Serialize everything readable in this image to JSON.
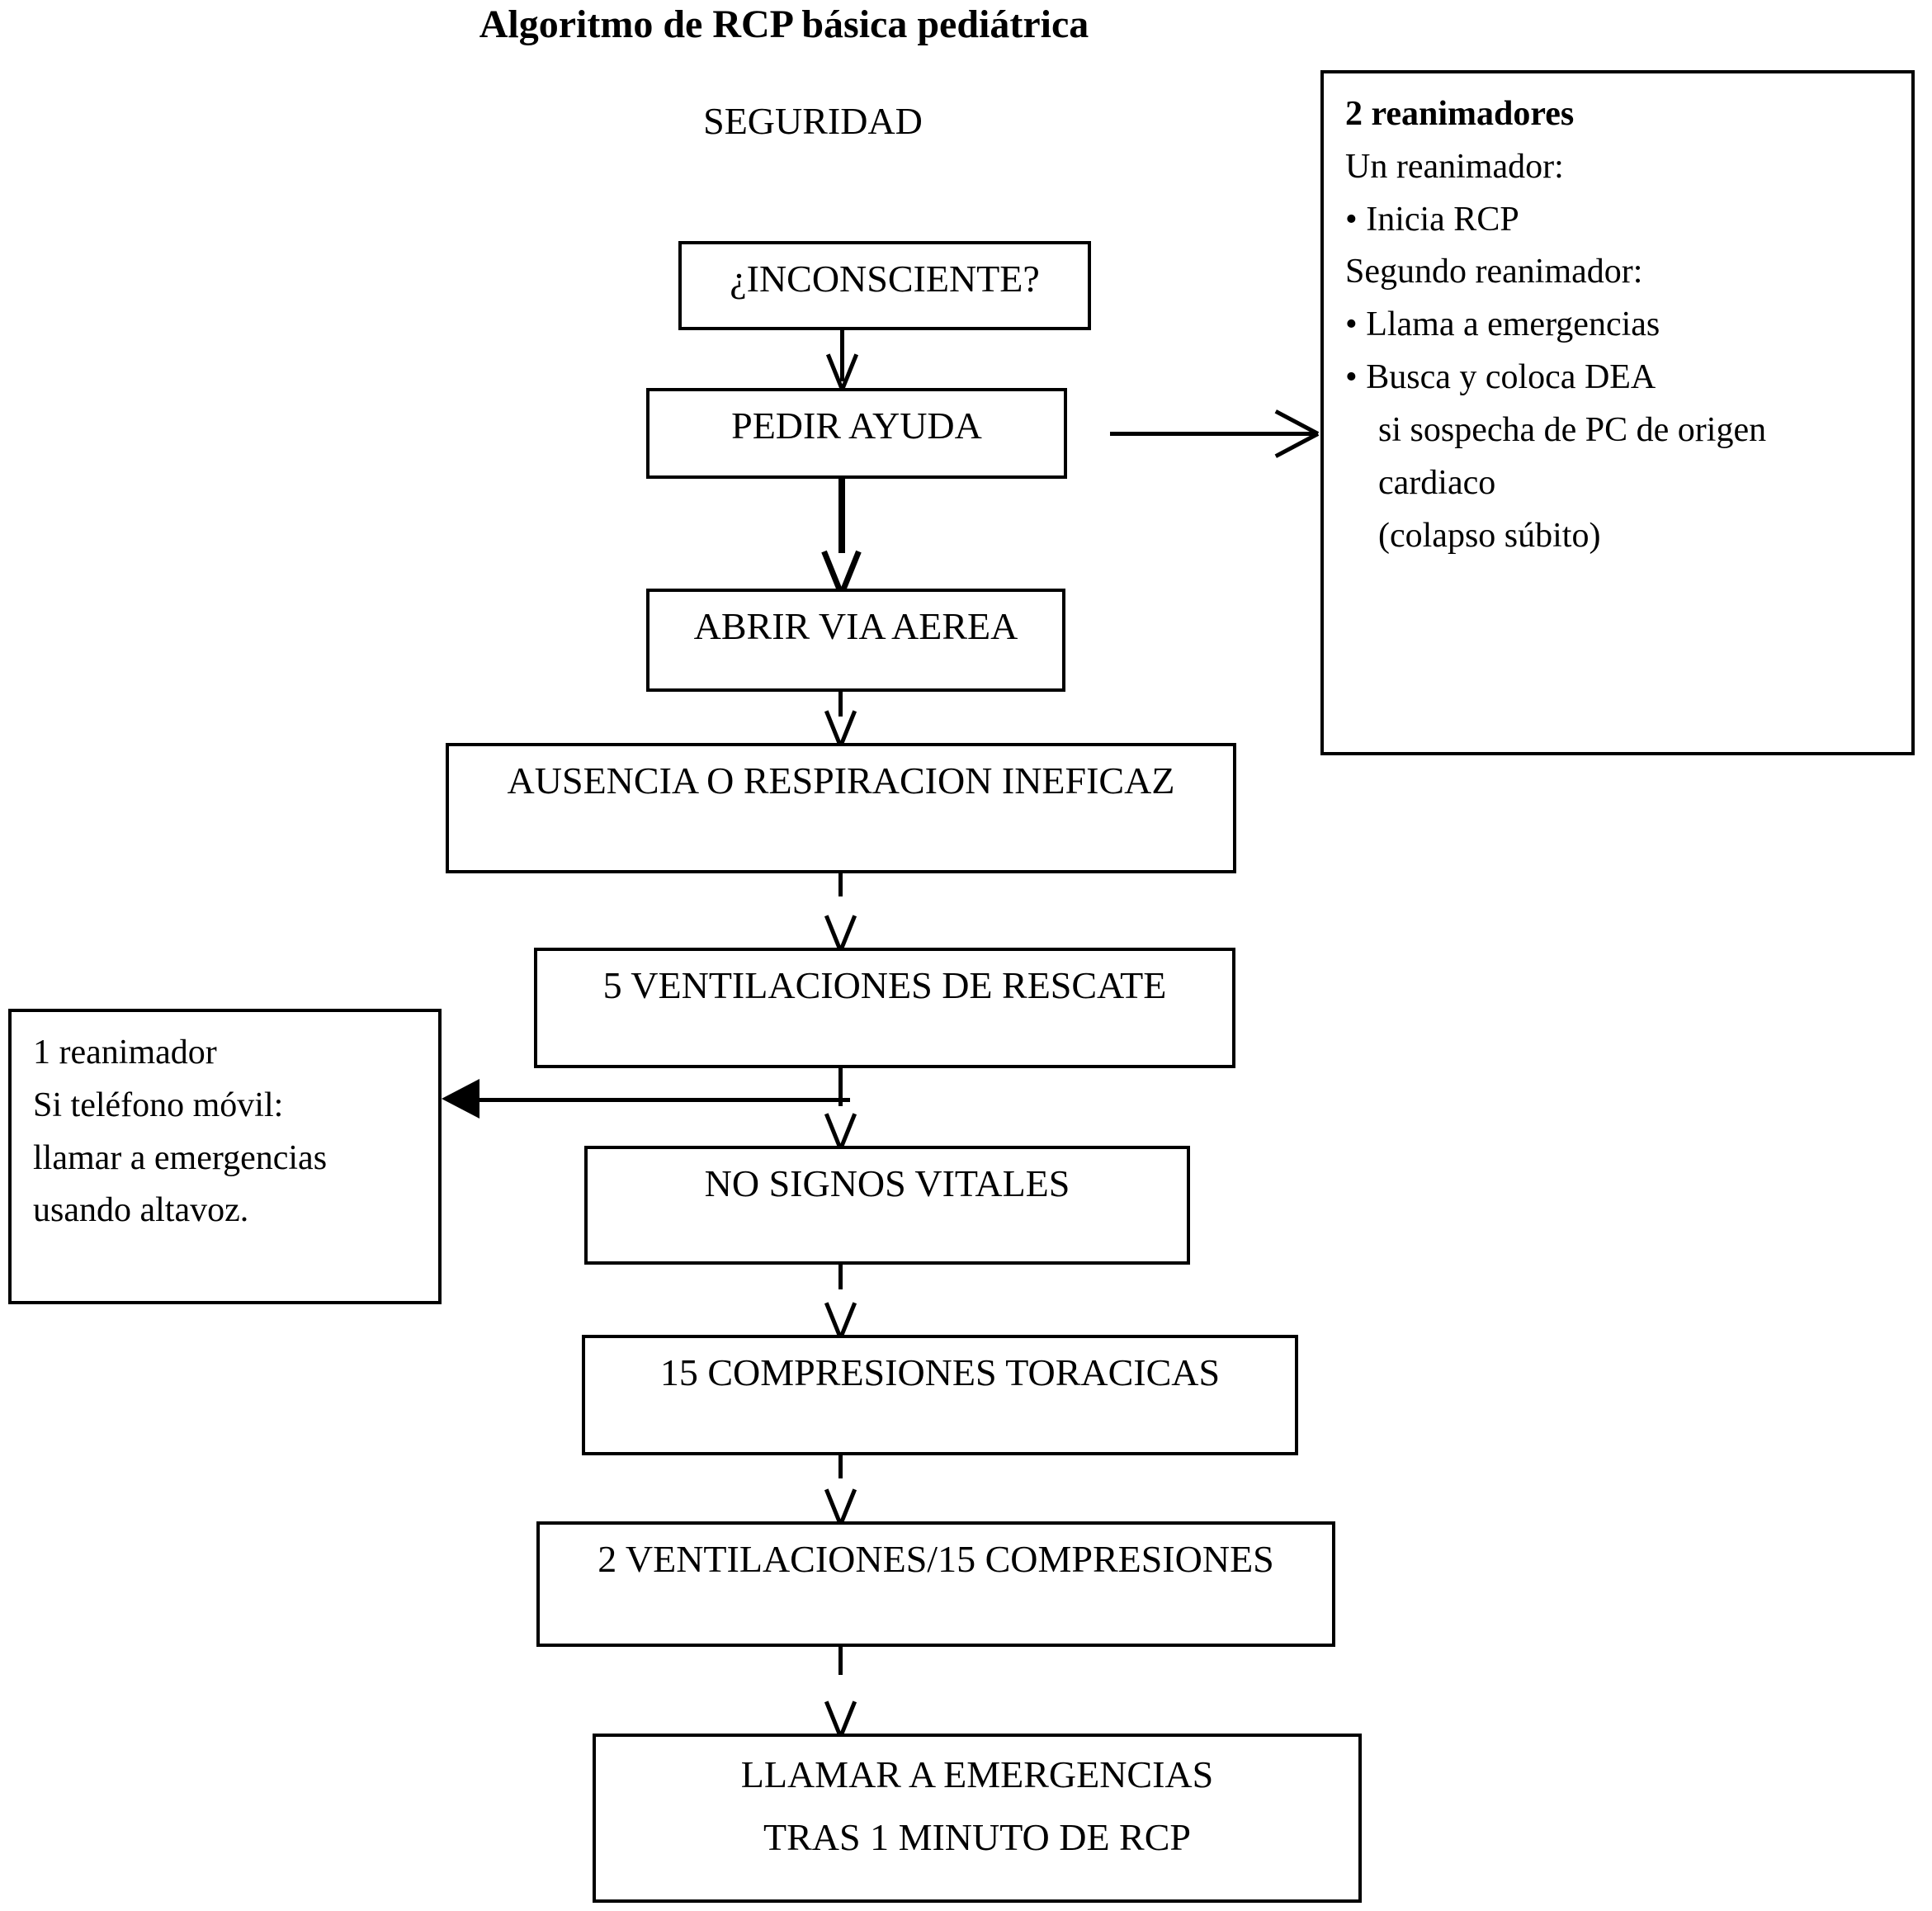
{
  "title": "Algoritmo de RCP básica pediátrica",
  "seguridad": "SEGURIDAD",
  "flow": {
    "steps": [
      {
        "id": "inconsciente",
        "label": "¿INCONSCIENTE?"
      },
      {
        "id": "pedir-ayuda",
        "label": "PEDIR AYUDA"
      },
      {
        "id": "abrir-via-aerea",
        "label": "ABRIR VIA AEREA"
      },
      {
        "id": "ausencia-respiracion",
        "label": "AUSENCIA O RESPIRACION INEFICAZ"
      },
      {
        "id": "ventilaciones-rescate",
        "label": "5 VENTILACIONES DE RESCATE"
      },
      {
        "id": "no-signos-vitales",
        "label": "NO SIGNOS VITALES"
      },
      {
        "id": "compresiones-toracicas",
        "label": "15 COMPRESIONES TORACICAS"
      },
      {
        "id": "ventilaciones-compresiones",
        "label": "2 VENTILACIONES/15 COMPRESIONES"
      },
      {
        "id": "llamar-emergencias-line1",
        "label": "LLAMAR A EMERGENCIAS"
      },
      {
        "id": "llamar-emergencias-line2",
        "label": "TRAS 1 MINUTO DE RCP"
      }
    ]
  },
  "note_two_rescuers": {
    "heading": "2 reanimadores",
    "sub1": "Un reanimador:",
    "b1": "• Inicia RCP",
    "sub2": "Segundo reanimador:",
    "b2": "• Llama a emergencias",
    "b3": "• Busca y coloca DEA",
    "b3b": "si sospecha de PC de origen",
    "b3c": "cardiaco",
    "b3d": "(colapso súbito)"
  },
  "note_one_rescuer": {
    "l1": "1 reanimador",
    "l2": "Si teléfono móvil:",
    "l3": "llamar a emergencias",
    "l4": "usando altavoz."
  },
  "colors": {
    "stroke": "#000000",
    "background": "#ffffff",
    "text": "#000000"
  }
}
